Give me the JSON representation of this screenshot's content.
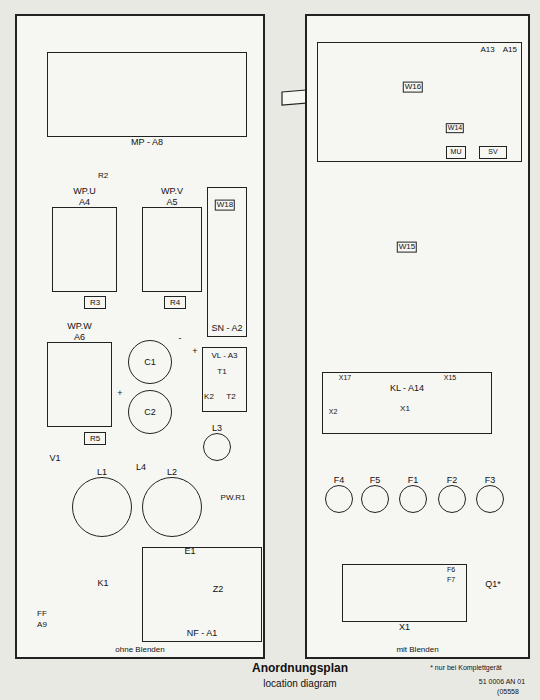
{
  "diagram": {
    "title": "Anordnungsplan",
    "caption": "location diagram",
    "nodes": [
      {
        "text": [
          "ohne Blenden"
        ]
      },
      {
        "text": [
          "MP - A8"
        ],
        "in": 0
      },
      {
        "text": [
          "WP.U",
          "A4"
        ],
        "in": 0
      },
      {
        "text": [
          "WP.V",
          "A5"
        ],
        "in": 0
      },
      {
        "text": [
          "SN - A2"
        ],
        "in": 0
      },
      {
        "text": [
          "R3"
        ],
        "in": 0
      },
      {
        "text": [
          "R4"
        ],
        "in": 0
      },
      {
        "text": [
          "WP.W",
          "A6"
        ],
        "in": 0
      },
      {
        "text": [
          "C1"
        ],
        "in": 0
      },
      {
        "text": [
          "C2"
        ],
        "in": 0
      },
      {
        "text": [
          "VL - A3"
        ],
        "in": 0
      },
      {
        "text": [
          "L3"
        ],
        "in": 0
      },
      {
        "text": [
          "L1"
        ],
        "in": 0
      },
      {
        "text": [
          "L2"
        ],
        "in": 0
      },
      {
        "text": [
          "R5"
        ],
        "in": 0
      },
      {
        "text": [
          "NF - A1"
        ],
        "in": 0
      },
      {
        "text": [
          "mit Blenden"
        ]
      },
      {
        "text": [
          "A13",
          "A15"
        ],
        "in": 16
      },
      {
        "text": [
          "MU"
        ],
        "in": 17
      },
      {
        "text": [
          "SV"
        ],
        "in": 17
      },
      {
        "text": [
          "KL - A14"
        ],
        "in": 16
      },
      {
        "text": [
          "F4"
        ],
        "in": 16
      },
      {
        "text": [
          "F5"
        ],
        "in": 16
      },
      {
        "text": [
          "F1"
        ],
        "in": 16
      },
      {
        "text": [
          "F2"
        ],
        "in": 16
      },
      {
        "text": [
          "F3"
        ],
        "in": 16
      },
      {
        "text": [
          "X1"
        ],
        "in": 16
      }
    ],
    "edges": [
      {
        "from": 4,
        "to": 2,
        "arrow": "none"
      },
      {
        "from": 4,
        "to": 3,
        "arrow": "none"
      },
      {
        "from": 4,
        "to": 7,
        "arrow": "none"
      },
      {
        "from": 20,
        "to": 17,
        "label": "W15",
        "arrow": "none"
      }
    ],
    "labels": [
      "R2",
      "W18",
      "-",
      "+",
      "+",
      "T1",
      "K2",
      "T2",
      "L4",
      "V1",
      "PW.R1",
      "FF",
      "A9",
      "K1",
      "E1",
      "Z2",
      "W16",
      "W14",
      "X17",
      "X15",
      "X2",
      "X1",
      "F6",
      "F7",
      "Q1*",
      "* nur bei Komplettgerät",
      "51 0006 AN 01",
      "(05558"
    ]
  }
}
